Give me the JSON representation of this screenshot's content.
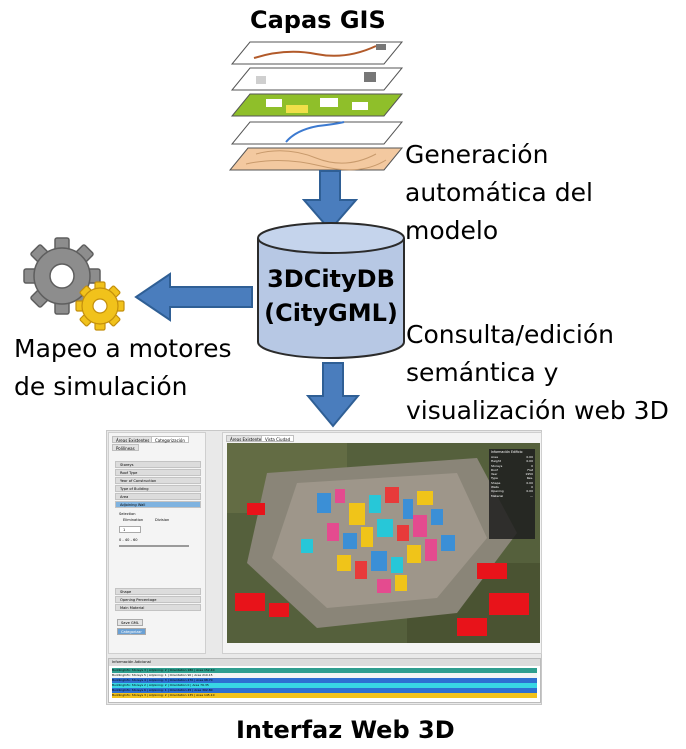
{
  "top_title": "Capas GIS",
  "generation_lines": [
    "Generación",
    "automática del",
    "modelo"
  ],
  "db_lines": [
    "3DCityDB",
    "(CityGML)"
  ],
  "mapping_lines": [
    "Mapeo a motores",
    "de simulación"
  ],
  "query_lines": [
    "Consulta/edición",
    "semántica y",
    "visualización  web 3D"
  ],
  "bottom_title": "Interfaz Web 3D",
  "colors": {
    "arrow": "#4a7dbd",
    "arrow_stroke": "#2f5f95",
    "cylinder": "#b7c8e4",
    "cylinder_stroke": "#2b2b2b",
    "layer_green": "#8fbf2a",
    "layer_tan": "#f3c9a0",
    "gear_grey": "#8d8d8d",
    "gear_yellow": "#f1c21b"
  },
  "icons": [
    "gis-layers-icon",
    "database-cylinder-icon",
    "gears-icon",
    "arrow-down-icon",
    "arrow-left-icon"
  ],
  "screenshot": {
    "left_tabs": [
      "Áreas Existentes",
      "Categorización",
      "Polilíneas"
    ],
    "left_rows": [
      "Storeys",
      "Roof Type",
      "Year of Construction",
      "Type of Building",
      "Area",
      "Adjoining Wall"
    ],
    "adjoining": {
      "select_label": "Selection",
      "radio_a": "Elimination",
      "radio_b": "Division",
      "dropdown": "1",
      "range": "0 - 40 - 60"
    },
    "left_rows_bottom": [
      "Shape",
      "Opening Percentage",
      "Main Material"
    ],
    "left_buttons": [
      "Save GML",
      "Categorizar"
    ],
    "right_tabs": [
      "Áreas Existentes",
      "Vista Ciudad"
    ],
    "legend_title": "Información Edificio",
    "legend_rows": [
      {
        "k": "Area",
        "v": "0.00"
      },
      {
        "k": "Height",
        "v": "0.00"
      },
      {
        "k": "Storeys",
        "v": "0"
      },
      {
        "k": "Roof",
        "v": "Flat"
      },
      {
        "k": "Year",
        "v": "1950"
      },
      {
        "k": "Type",
        "v": "Res."
      },
      {
        "k": "Shape",
        "v": "0.00"
      },
      {
        "k": "Walls",
        "v": "0"
      },
      {
        "k": "Opening",
        "v": "0.00"
      },
      {
        "k": "Material",
        "v": "—"
      }
    ],
    "info_title": "Información Adicional",
    "info_lines": [
      "BuildingInfo: Storeys 3 | Adjoining: 2 | Orientation 180 | Area 152.40",
      "BuildingInfo: Storeys 5 | Adjoining: 1 | Orientation 90 | Area 210.15",
      "BuildingInfo: Storeys 4 | Adjoining: 3 | Orientation 270 | Area 98.70",
      "BuildingInfo: Storeys 2 | Adjoining: 2 | Orientation 0 | Area 76.35",
      "BuildingInfo: Storeys 6 | Adjoining: 1 | Orientation 45 | Area 302.80",
      "BuildingInfo: Storeys 3 | Adjoining: 2 | Orientation 135 | Area 145.10"
    ]
  }
}
